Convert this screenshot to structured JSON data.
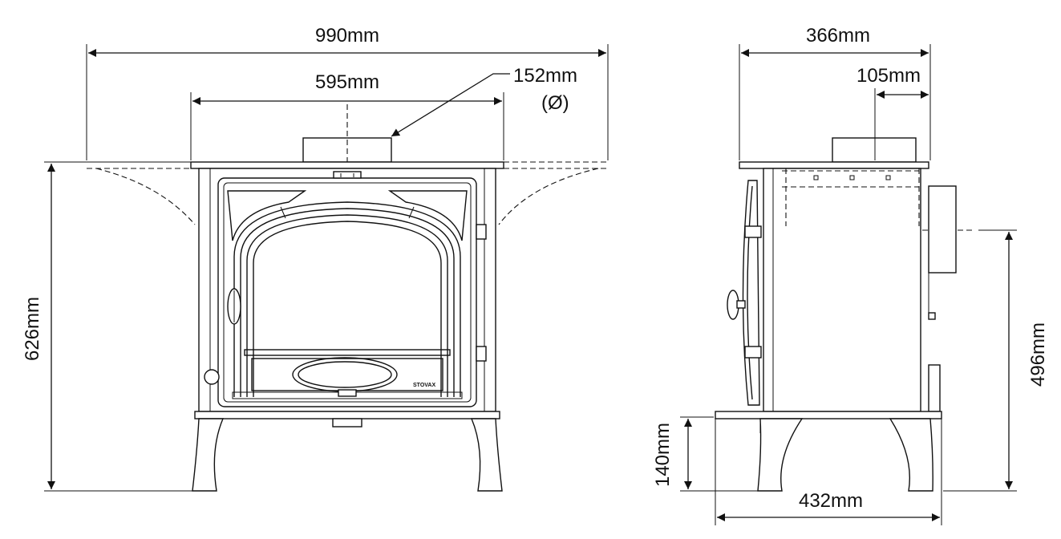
{
  "dimensions": {
    "overall_width": "990mm",
    "stove_width": "595mm",
    "flue_diameter_value": "152mm",
    "flue_diameter_symbol": "(Ø)",
    "height_to_top": "626mm",
    "depth": "366mm",
    "flue_offset": "105mm",
    "rear_flue_height": "496mm",
    "leg_height": "140mm",
    "base_depth": "432mm"
  },
  "brand_badge": "STOVAX",
  "colors": {
    "line": "#111111",
    "background": "#ffffff"
  }
}
